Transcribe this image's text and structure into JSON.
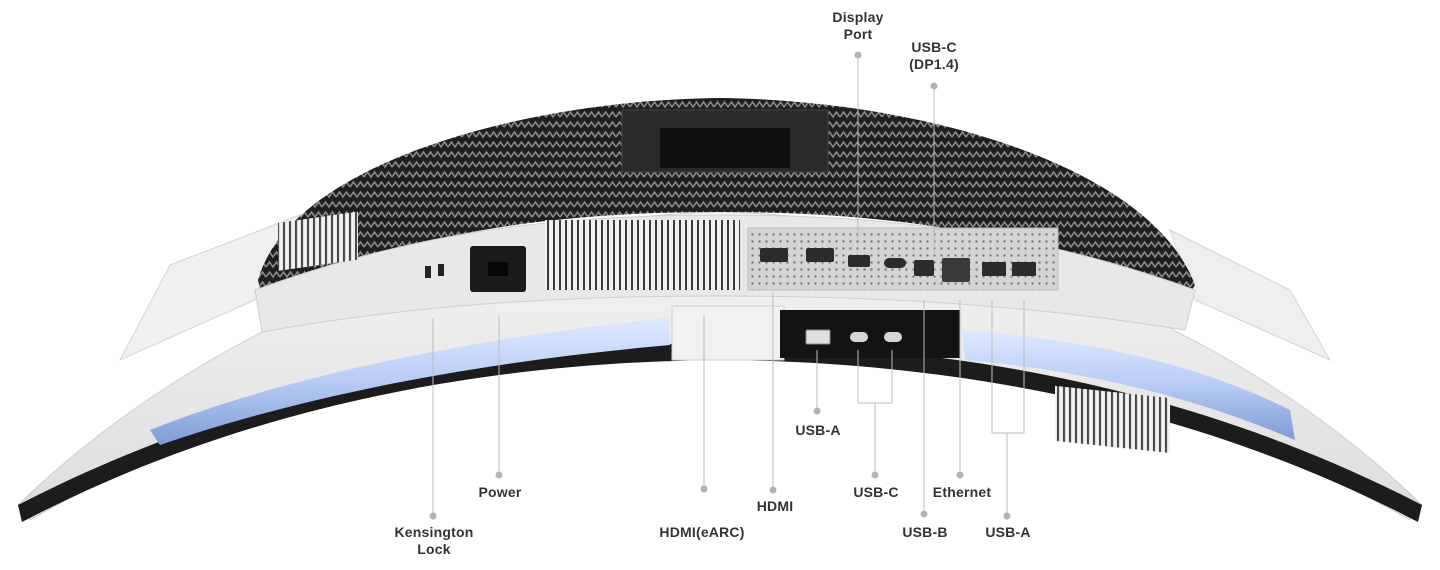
{
  "image": {
    "subject": "curved-monitor-rear-ports",
    "colors": {
      "label_text": "#333333",
      "leader_line": "#bdbdbd",
      "leader_dot": "#b3b3b3",
      "shell": "#ececec",
      "mesh": "#262626",
      "light_glow": "#a9c2f2"
    }
  },
  "labels": {
    "display_port": {
      "line1": "Display",
      "line2": "Port"
    },
    "usb_c_dp": {
      "line1": "USB-C",
      "line2": "(DP1.4)"
    },
    "kensington": {
      "line1": "Kensington",
      "line2": "Lock"
    },
    "power": "Power",
    "hdmi_earc": "HDMI(eARC)",
    "hdmi": "HDMI",
    "usb_a_front": "USB-A",
    "usb_c": "USB-C",
    "usb_b": "USB-B",
    "ethernet": "Ethernet",
    "usb_a_rear": "USB-A"
  }
}
